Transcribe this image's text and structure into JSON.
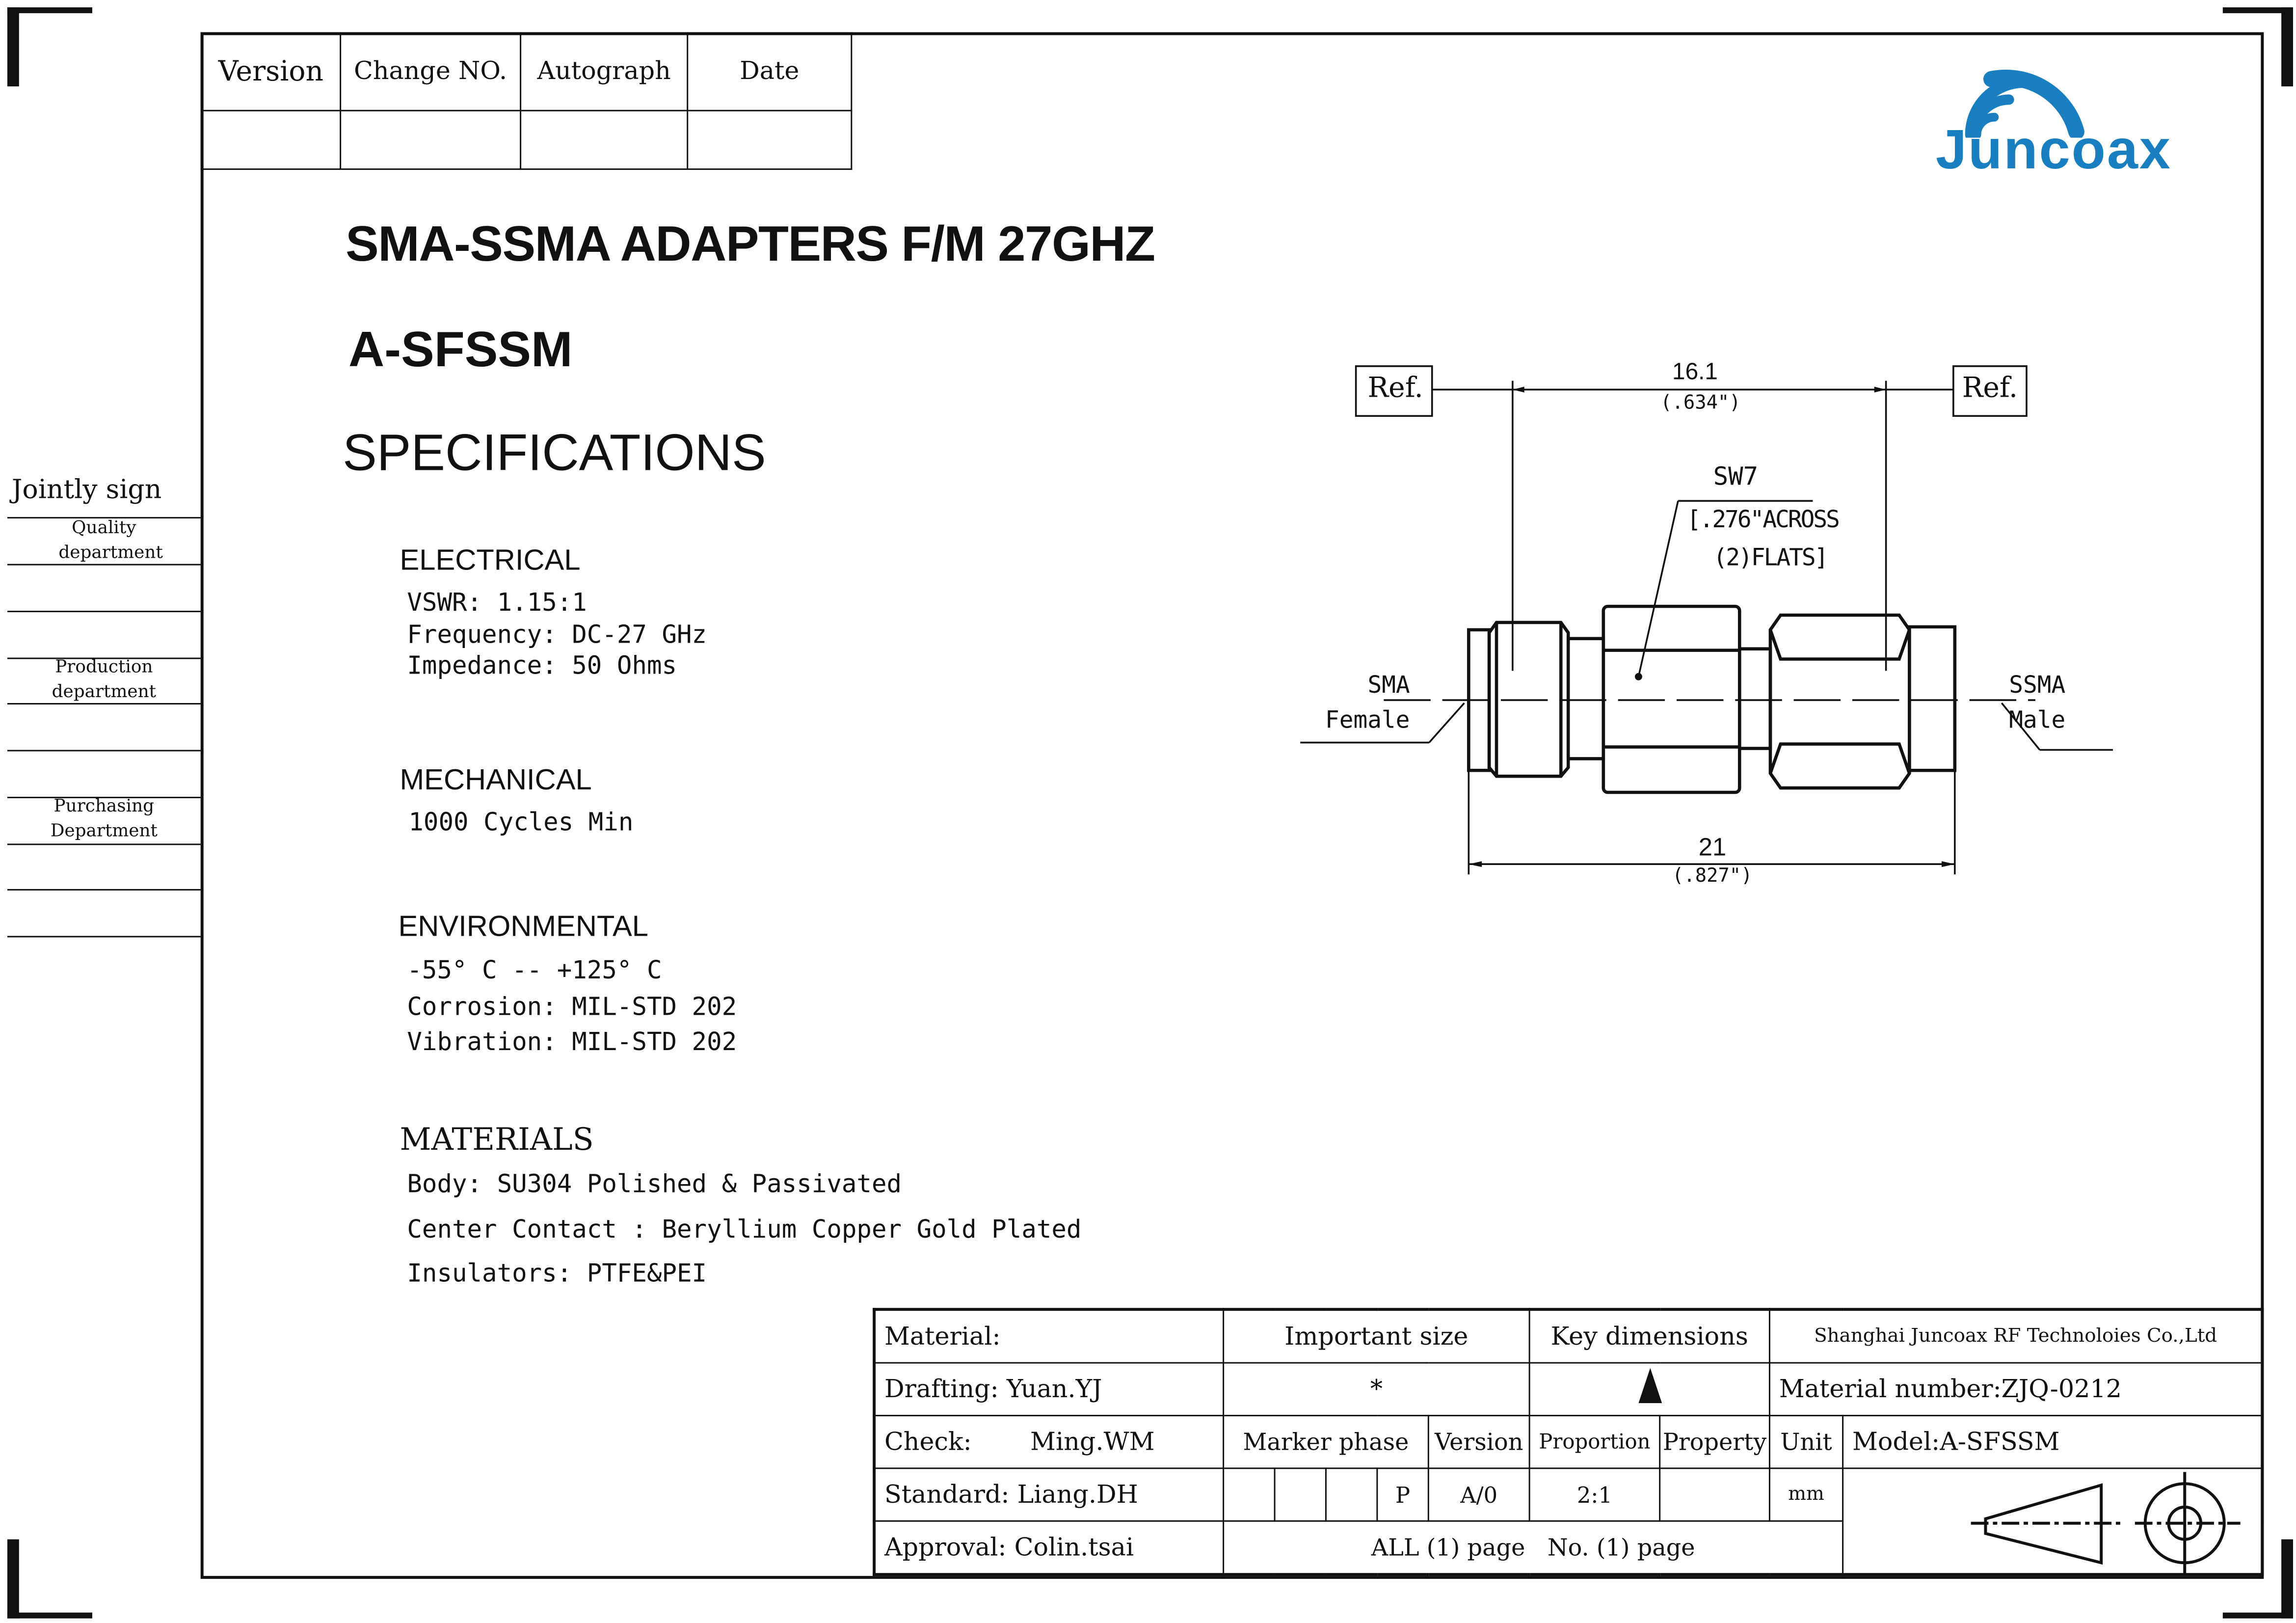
{
  "revision_table": {
    "headers": [
      "Version",
      "Change  NO.",
      "Autograph",
      "Date"
    ]
  },
  "logo": {
    "text": "Juncoax",
    "color": "#1a7fc0"
  },
  "title": "SMA-SSMA ADAPTERS F/M 27GHZ",
  "part_number": "A-SFSSM",
  "specs_heading": "SPECIFICATIONS",
  "electrical": {
    "heading": "ELECTRICAL",
    "lines": [
      "VSWR:  1.15:1",
      "Frequency: DC-27 GHz",
      "Impedance: 50 Ohms"
    ]
  },
  "mechanical": {
    "heading": "MECHANICAL",
    "lines": [
      "1000 Cycles Min"
    ]
  },
  "environmental": {
    "heading": "ENVIRONMENTAL",
    "lines": [
      "-55° C -- +125° C",
      "Corrosion: MIL-STD 202",
      "Vibration: MIL-STD 202"
    ]
  },
  "materials": {
    "heading": "MATERIALS",
    "lines": [
      "Body: SU304 Polished & Passivated",
      "Center Contact : Beryllium Copper Gold Plated",
      "Insulators: PTFE&PEI"
    ]
  },
  "jointly_sign": {
    "title": "Jointly sign",
    "departments": [
      "Quality department",
      "Production department",
      "Purchasing Department"
    ]
  },
  "drawing": {
    "ref_left": "Ref.",
    "ref_right": "Ref.",
    "dim_top": "16.1",
    "dim_top_in": "(.634\")",
    "sw": "SW7",
    "sw_note1": "[.276\"ACROSS",
    "sw_note2": "(2)FLATS]",
    "left_label1": "SMA",
    "left_label2": "Female",
    "right_label1": "SSMA",
    "right_label2": "Male",
    "dim_bottom": "21",
    "dim_bottom_in": "(.827\")"
  },
  "title_block": {
    "material": "Material:",
    "drafting": "Drafting: Yuan.YJ",
    "check_label": "Check:",
    "check_name": "Ming.WM",
    "standard": "Standard: Liang.DH",
    "approval": "Approval: Colin.tsai",
    "important_size": "Important size",
    "key_dimensions": "Key dimensions",
    "important_symbol": "*",
    "company": "Shanghai Juncoax RF Technoloies Co.,Ltd",
    "material_number": "Material number:ZJQ-0212",
    "model": "Model:A-SFSSM",
    "marker_phase": "Marker phase",
    "version": "Version",
    "proportion": "Proportion",
    "property": "Property",
    "unit": "Unit",
    "phase_value": "P",
    "version_value": "A/0",
    "proportion_value": "2:1",
    "unit_value": "mm",
    "pages": "ALL (1) page   No. (1) page"
  }
}
